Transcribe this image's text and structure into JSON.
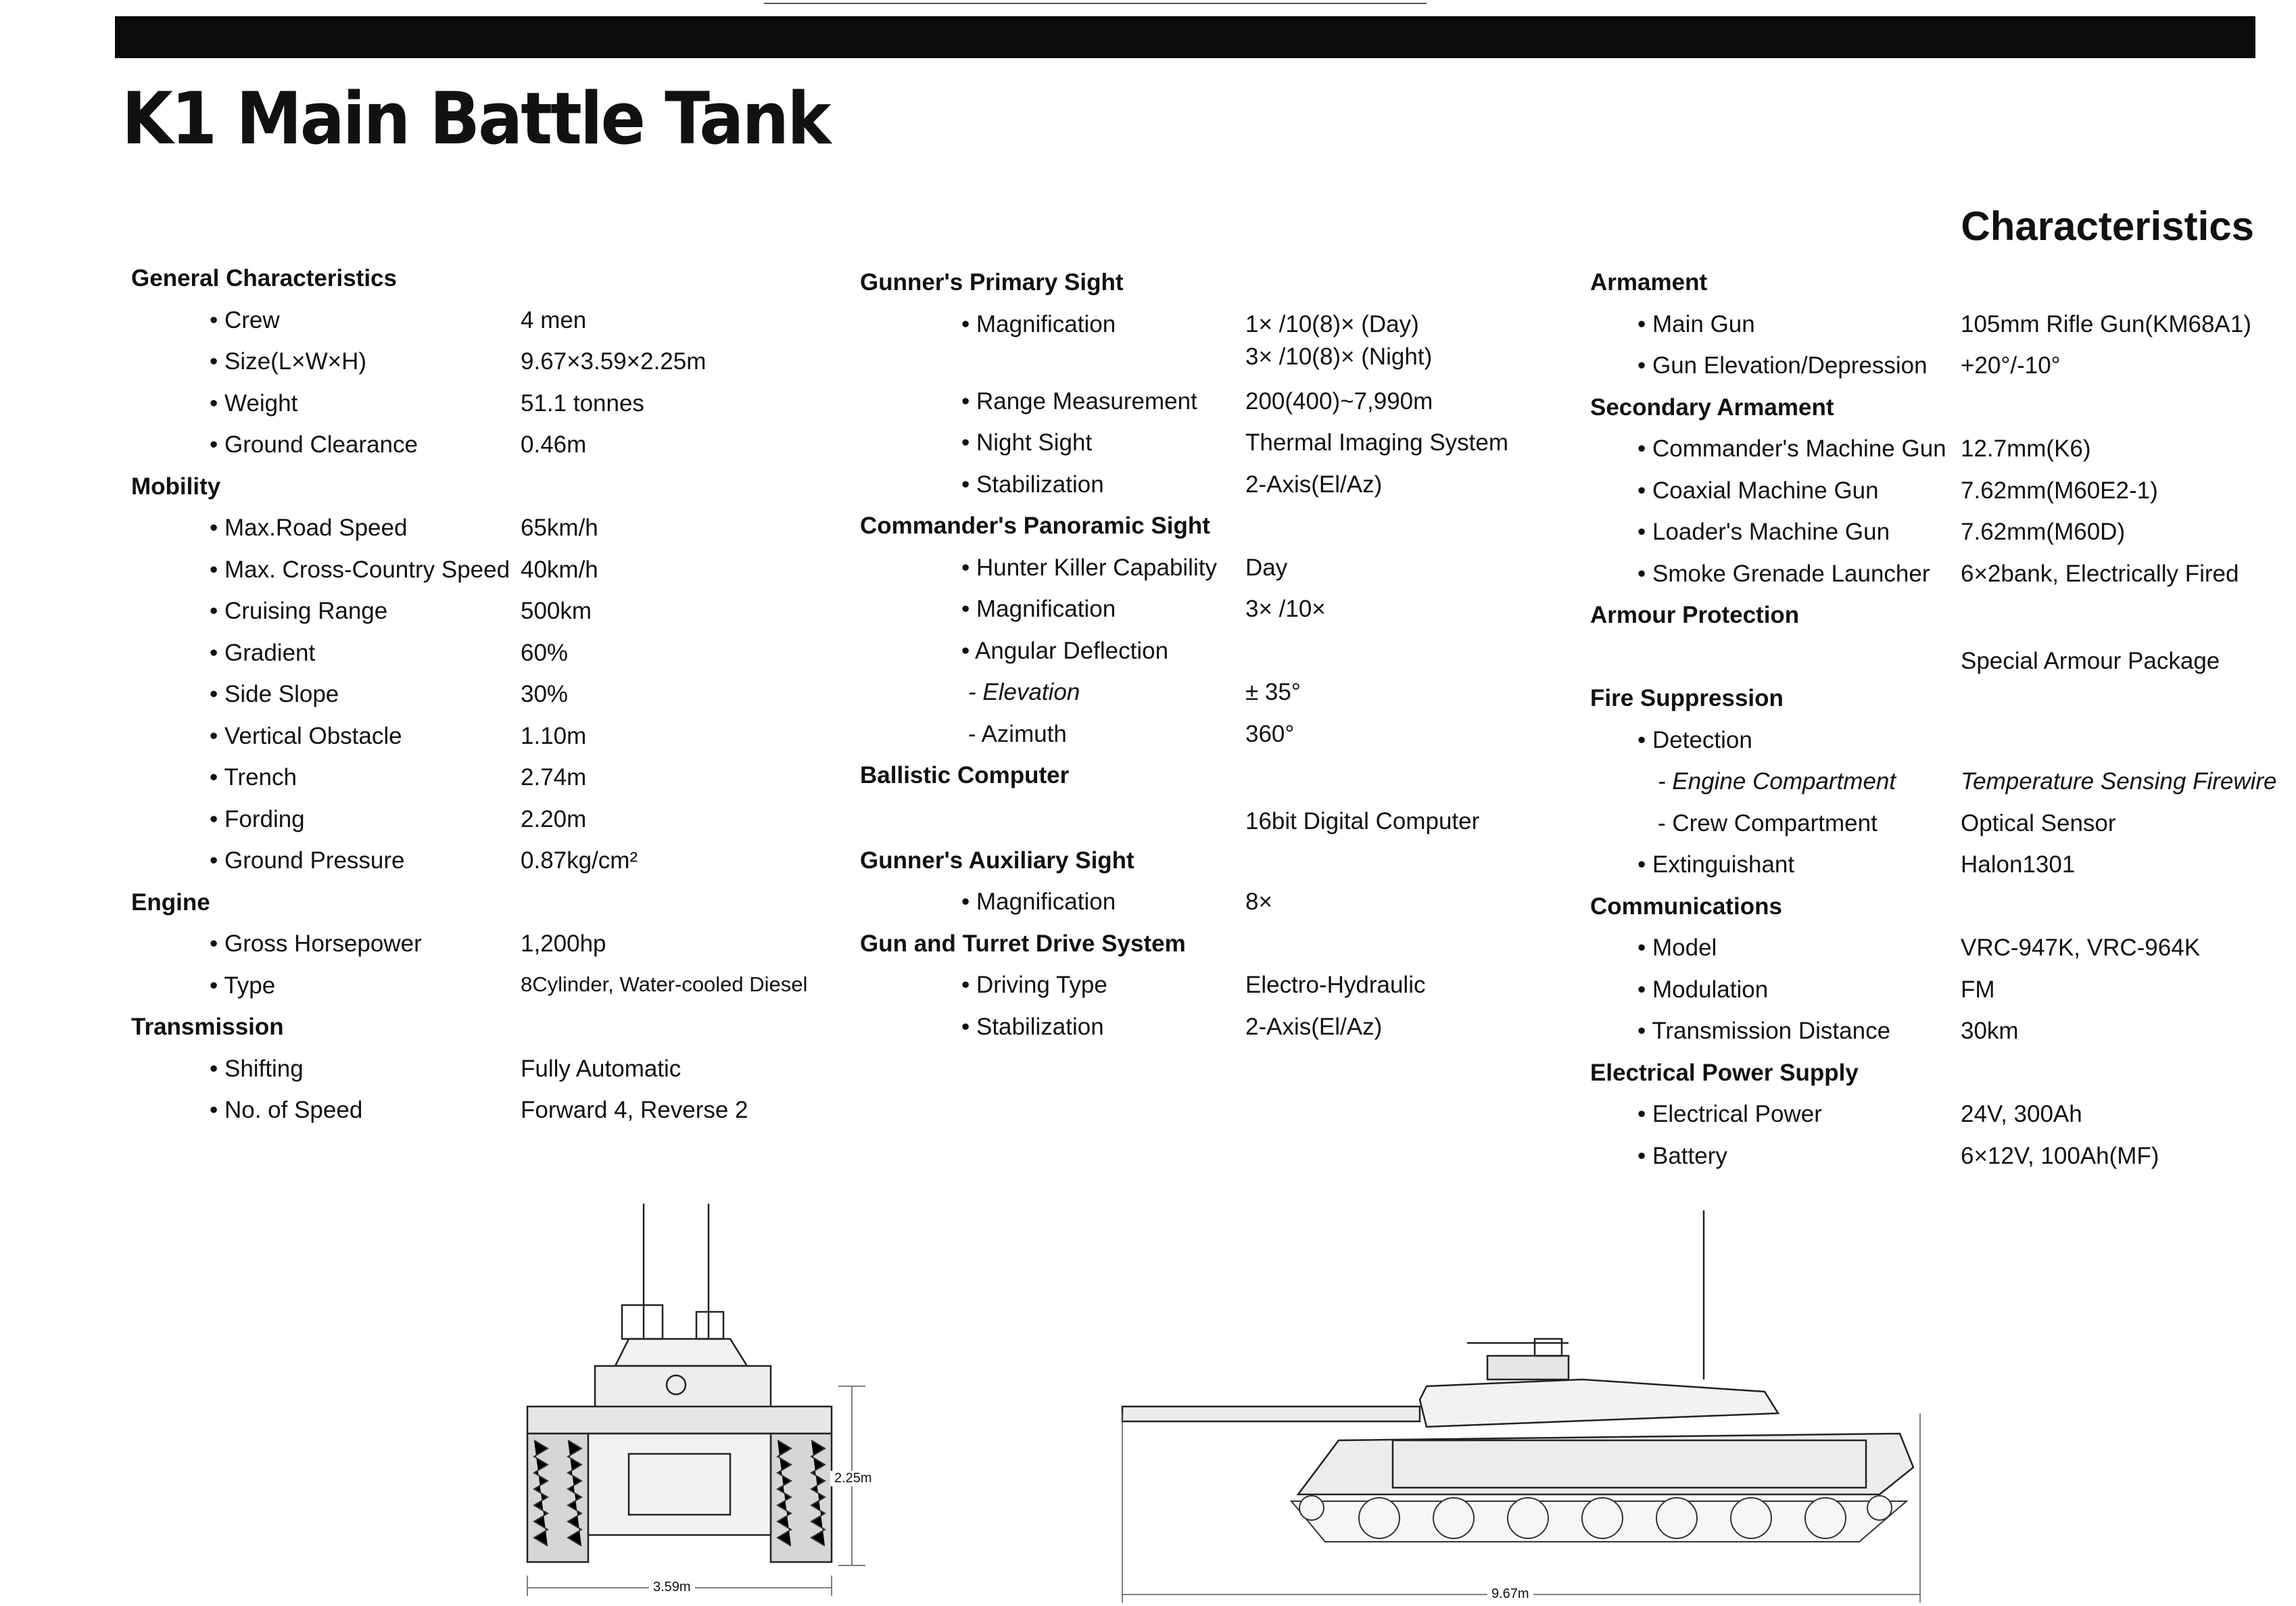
{
  "title": "K1 Main Battle Tank",
  "characteristics_heading": "Characteristics",
  "col1": {
    "general": "General Characteristics",
    "crew": [
      "• Crew",
      "4 men"
    ],
    "size": [
      "• Size(L×W×H)",
      "9.67×3.59×2.25m"
    ],
    "weight": [
      "• Weight",
      "51.1 tonnes"
    ],
    "clearance": [
      "• Ground Clearance",
      "0.46m"
    ],
    "mobility": "Mobility",
    "road_speed": [
      "• Max.Road Speed",
      "65km/h"
    ],
    "cc_speed": [
      "• Max. Cross-Country Speed",
      "40km/h"
    ],
    "range": [
      "• Cruising Range",
      "500km"
    ],
    "gradient": [
      "• Gradient",
      "60%"
    ],
    "side_slope": [
      "• Side Slope",
      "30%"
    ],
    "obstacle": [
      "• Vertical Obstacle",
      "1.10m"
    ],
    "trench": [
      "• Trench",
      "2.74m"
    ],
    "fording": [
      "• Fording",
      "2.20m"
    ],
    "pressure": [
      "• Ground Pressure",
      "0.87kg/cm²"
    ],
    "engine": "Engine",
    "horsepower": [
      "• Gross Horsepower",
      "1,200hp"
    ],
    "type": [
      "• Type",
      "8Cylinder, Water-cooled Diesel"
    ],
    "transmission": "Transmission",
    "shifting": [
      "• Shifting",
      "Fully Automatic"
    ],
    "speeds": [
      "• No. of Speed",
      "Forward 4, Reverse 2"
    ]
  },
  "col2": {
    "gps": "Gunner's Primary Sight",
    "gps_mag": [
      "• Magnification",
      "1× /10(8)× (Day)",
      "3× /10(8)× (Night)"
    ],
    "range_meas": [
      "• Range Measurement",
      "200(400)~7,990m"
    ],
    "night_sight": [
      "• Night Sight",
      "Thermal Imaging System"
    ],
    "gps_stab": [
      "• Stabilization",
      "2-Axis(El/Az)"
    ],
    "cps": "Commander's Panoramic Sight",
    "hunter": [
      "• Hunter Killer Capability",
      "Day"
    ],
    "cps_mag": [
      "• Magnification",
      "3× /10×"
    ],
    "angular": "• Angular Deflection",
    "elevation": [
      "- Elevation",
      "± 35°"
    ],
    "azimuth": [
      "- Azimuth",
      "360°"
    ],
    "ballistic": "Ballistic Computer",
    "ballistic_val": "16bit Digital Computer",
    "gas": "Gunner's Auxiliary Sight",
    "gas_mag": [
      "• Magnification",
      "8×"
    ],
    "gtds": "Gun and Turret Drive System",
    "driving": [
      "• Driving Type",
      "Electro-Hydraulic"
    ],
    "gtds_stab": [
      "• Stabilization",
      "2-Axis(El/Az)"
    ]
  },
  "col3": {
    "armament": "Armament",
    "main_gun": [
      "• Main Gun",
      "105mm Rifle Gun(KM68A1)"
    ],
    "elev_dep": [
      "• Gun Elevation/Depression",
      "+20°/-10°"
    ],
    "secondary": "Secondary Armament",
    "cmg": [
      "• Commander's Machine Gun",
      "12.7mm(K6)"
    ],
    "coax": [
      "• Coaxial Machine Gun",
      "7.62mm(M60E2-1)"
    ],
    "lmg": [
      "• Loader's Machine Gun",
      "7.62mm(M60D)"
    ],
    "smoke": [
      "• Smoke Grenade Launcher",
      "6×2bank, Electrically Fired"
    ],
    "armour": "Armour Protection",
    "armour_val": "Special Armour Package",
    "fire": "Fire Suppression",
    "detection": "• Detection",
    "engine_comp": [
      "- Engine Compartment",
      "Temperature Sensing Firewire"
    ],
    "crew_comp": [
      "- Crew Compartment",
      "Optical Sensor"
    ],
    "extinguishant": [
      "• Extinguishant",
      "Halon1301"
    ],
    "comms": "Communications",
    "model": [
      "• Model",
      "VRC-947K, VRC-964K"
    ],
    "modulation": [
      "• Modulation",
      "FM"
    ],
    "tx_distance": [
      "• Transmission Distance",
      "30km"
    ],
    "eps": "Electrical Power Supply",
    "elec_power": [
      "• Electrical Power",
      "24V, 300Ah"
    ],
    "battery": [
      "• Battery",
      "6×12V, 100Ah(MF)"
    ]
  },
  "drawings": {
    "front_height": "2.25m",
    "front_width": "3.59m",
    "side_length": "9.67m"
  }
}
